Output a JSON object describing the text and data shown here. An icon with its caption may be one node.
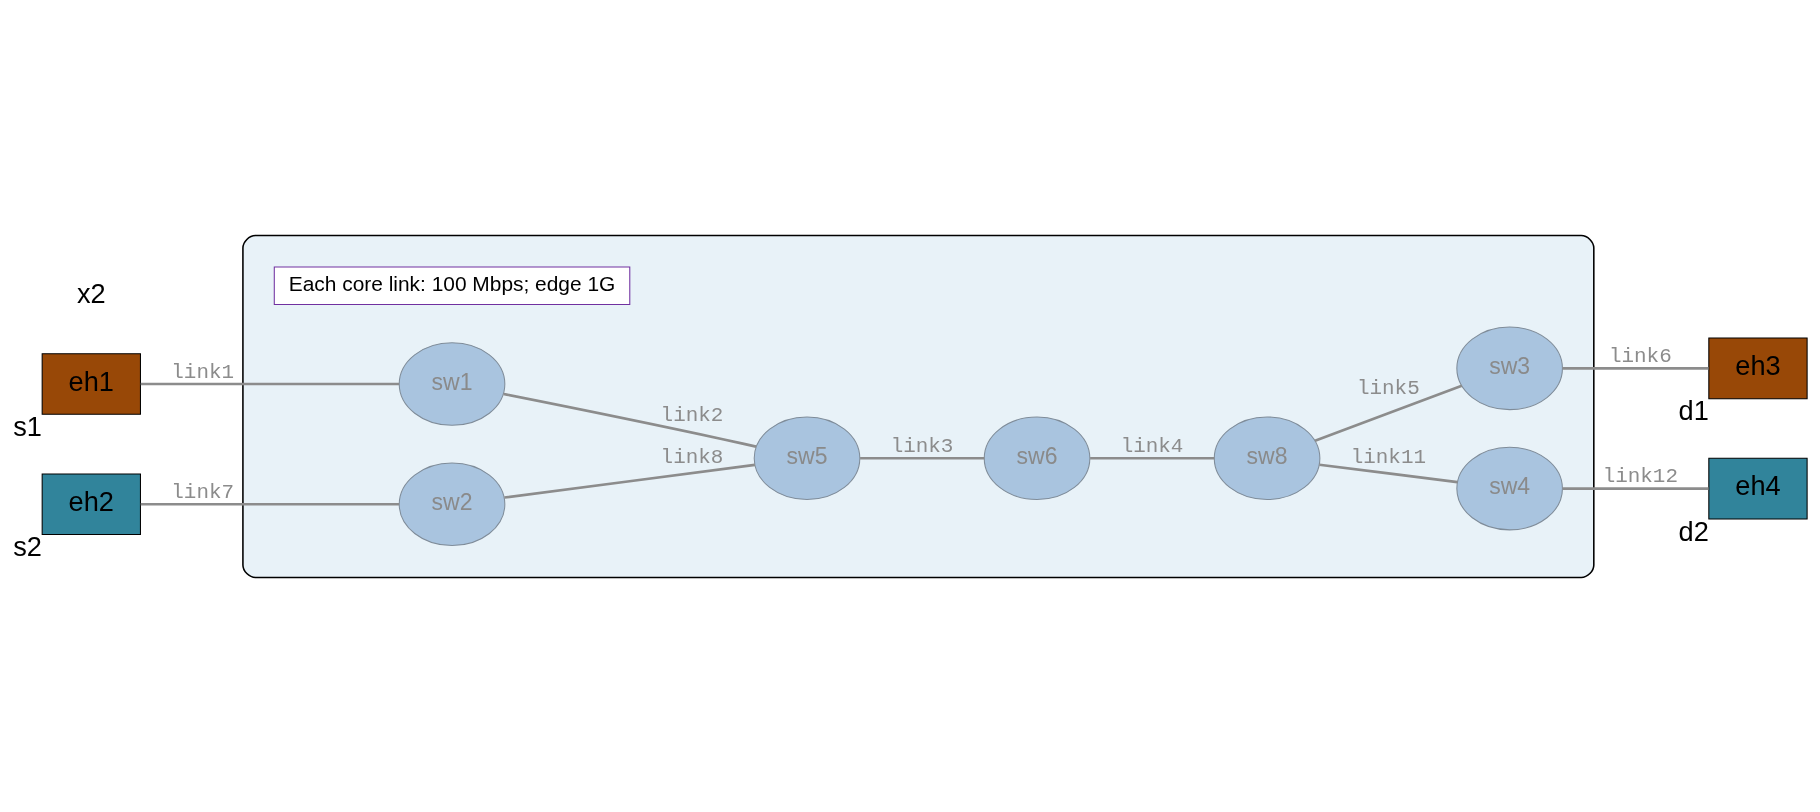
{
  "diagram": {
    "nodes": [
      {
        "text": [],
        "shape": "ellipse"
      },
      {
        "text": [
          "Each core link: 100 Mbps; edge 1G"
        ],
        "in": 0
      },
      {
        "text": [
          "eh1"
        ],
        "beside": [
          "s1"
        ]
      },
      {
        "text": [
          "sw1"
        ],
        "in": 0
      },
      {
        "text": [
          "sw6"
        ],
        "in": 0
      },
      {
        "text": [
          "sw3"
        ],
        "in": 0
      },
      {
        "text": [
          "eh3"
        ],
        "beside": [
          "d1"
        ]
      },
      {
        "text": [
          "sw5"
        ],
        "in": 0
      },
      {
        "text": [
          "sw8"
        ],
        "in": 0
      },
      {
        "text": [
          "eh2"
        ],
        "beside": [
          "s2"
        ]
      },
      {
        "text": [
          "sw2"
        ],
        "in": 0
      },
      {
        "text": [
          "sw4"
        ],
        "in": 0
      },
      {
        "text": [
          "eh4"
        ],
        "beside": [
          "d2"
        ]
      }
    ],
    "edges": [
      {
        "from": 2,
        "to": 3,
        "arrow": "none",
        "label": "link1"
      },
      {
        "from": 3,
        "to": 7,
        "arrow": "none",
        "label": "link2"
      },
      {
        "from": 7,
        "to": 4,
        "arrow": "none",
        "label": "link3"
      },
      {
        "from": 4,
        "to": 8,
        "arrow": "none",
        "label": "link4"
      },
      {
        "from": 8,
        "to": 5,
        "arrow": "none",
        "label": "link5"
      },
      {
        "from": 5,
        "to": 6,
        "arrow": "none",
        "label": "link6"
      },
      {
        "from": 9,
        "to": 10,
        "arrow": "none",
        "label": "link7"
      },
      {
        "from": 10,
        "to": 7,
        "arrow": "none",
        "label": "link8"
      },
      {
        "from": 8,
        "to": 11,
        "arrow": "none",
        "label": "link11"
      },
      {
        "from": 11,
        "to": 12,
        "arrow": "none",
        "label": "link12"
      }
    ],
    "labels": [
      "x2"
    ]
  }
}
